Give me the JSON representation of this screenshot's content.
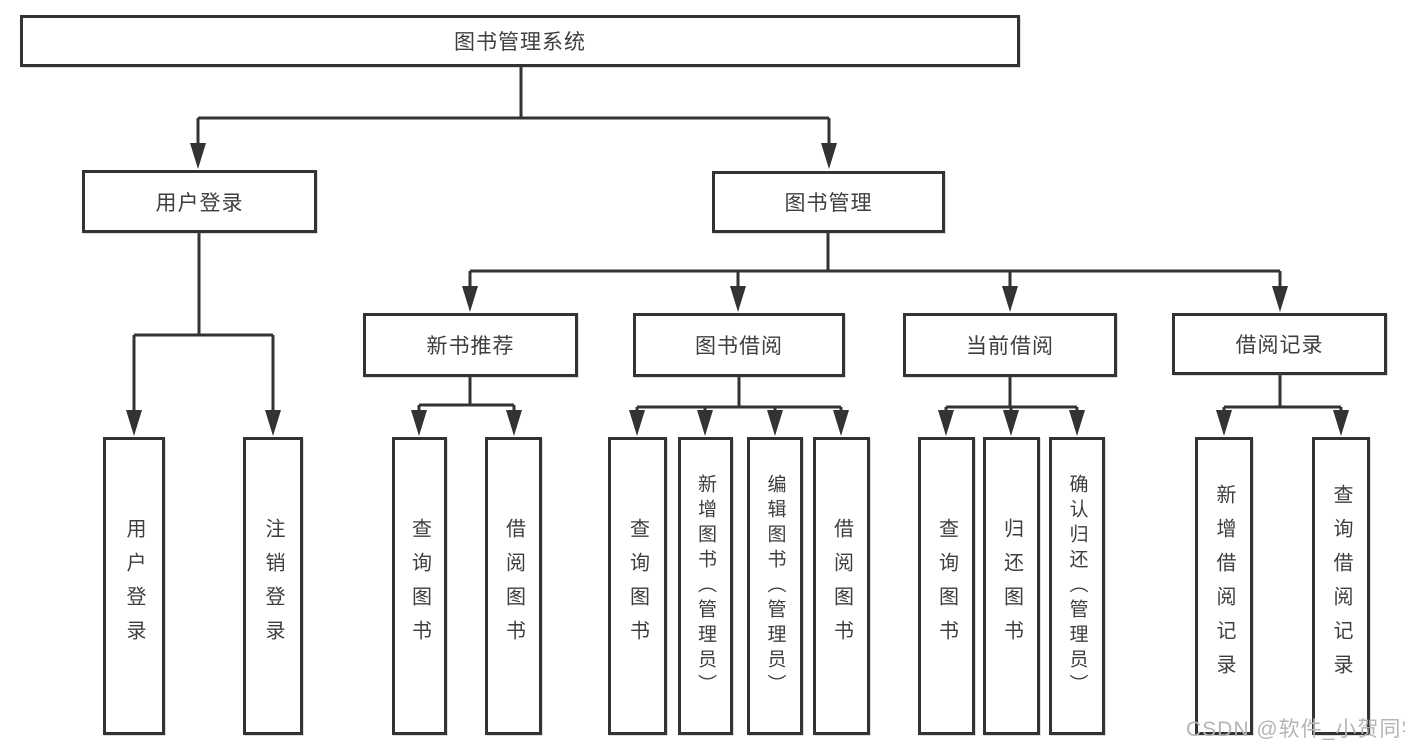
{
  "nodes": {
    "root": "图书管理系统",
    "branches": [
      "用户登录",
      "图书管理"
    ],
    "sections": [
      "新书推荐",
      "图书借阅",
      "当前借阅",
      "借阅记录"
    ],
    "leaves": [
      "用户登录",
      "注销登录",
      "查询图书",
      "借阅图书",
      "查询图书",
      "新增图书（管理员）",
      "编辑图书（管理员）",
      "借阅图书",
      "查询图书",
      "归还图书",
      "确认归还（管理员）",
      "新增借阅记录",
      "查询借阅记录"
    ]
  },
  "watermark": "CSDN @软件_小贺同学",
  "colors": {
    "line": "#333333",
    "text": "#3e3e3e",
    "watermark": "#b5b5b5"
  }
}
